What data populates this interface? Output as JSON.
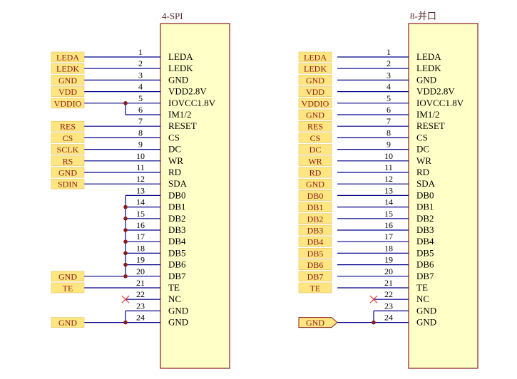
{
  "colors": {
    "background": "#ffffff",
    "chip_fill": "#ffffc8",
    "chip_stroke": "#8b1a1a",
    "wire": "#00008b",
    "junction": "#8b1a1a",
    "label_fill": "#ffe680",
    "label_text": "#8b1a1a",
    "nc_mark": "#e04040"
  },
  "left": {
    "title": "4-SPI",
    "pins": [
      {
        "num": "1",
        "name": "LEDA",
        "net": "LEDA"
      },
      {
        "num": "2",
        "name": "LEDK",
        "net": "LEDK"
      },
      {
        "num": "3",
        "name": "GND",
        "net": "GND"
      },
      {
        "num": "4",
        "name": "VDD2.8V",
        "net": "VDD"
      },
      {
        "num": "5",
        "name": "IOVCC1.8V",
        "net": "VDDIO"
      },
      {
        "num": "6",
        "name": "IM1/2",
        "net": ""
      },
      {
        "num": "7",
        "name": "RESET",
        "net": "RES"
      },
      {
        "num": "8",
        "name": "CS",
        "net": "CS"
      },
      {
        "num": "9",
        "name": "DC",
        "net": "SCLK"
      },
      {
        "num": "10",
        "name": "WR",
        "net": "RS"
      },
      {
        "num": "11",
        "name": "RD",
        "net": "GND"
      },
      {
        "num": "12",
        "name": "SDA",
        "net": "SDIN"
      },
      {
        "num": "13",
        "name": "DB0",
        "net": ""
      },
      {
        "num": "14",
        "name": "DB1",
        "net": ""
      },
      {
        "num": "15",
        "name": "DB2",
        "net": ""
      },
      {
        "num": "16",
        "name": "DB3",
        "net": ""
      },
      {
        "num": "17",
        "name": "DB4",
        "net": ""
      },
      {
        "num": "18",
        "name": "DB5",
        "net": ""
      },
      {
        "num": "19",
        "name": "DB6",
        "net": ""
      },
      {
        "num": "20",
        "name": "DB7",
        "net": "GND"
      },
      {
        "num": "21",
        "name": "TE",
        "net": "TE"
      },
      {
        "num": "22",
        "name": "NC",
        "net": ""
      },
      {
        "num": "23",
        "name": "GND",
        "net": ""
      },
      {
        "num": "24",
        "name": "GND",
        "net": "GND"
      }
    ]
  },
  "right": {
    "title": "8-并口",
    "pins": [
      {
        "num": "1",
        "name": "LEDA",
        "net": "LEDA"
      },
      {
        "num": "2",
        "name": "LEDK",
        "net": "LEDK"
      },
      {
        "num": "3",
        "name": "GND",
        "net": "GND"
      },
      {
        "num": "4",
        "name": "VDD2.8V",
        "net": "VDD"
      },
      {
        "num": "5",
        "name": "IOVCC1.8V",
        "net": "VDDIO"
      },
      {
        "num": "6",
        "name": "IM1/2",
        "net": "GND"
      },
      {
        "num": "7",
        "name": "RESET",
        "net": "RES"
      },
      {
        "num": "8",
        "name": "CS",
        "net": "CS"
      },
      {
        "num": "9",
        "name": "DC",
        "net": "DC"
      },
      {
        "num": "10",
        "name": "WR",
        "net": "WR"
      },
      {
        "num": "11",
        "name": "RD",
        "net": "RD"
      },
      {
        "num": "12",
        "name": "SDA",
        "net": "GND"
      },
      {
        "num": "13",
        "name": "DB0",
        "net": "DB0"
      },
      {
        "num": "14",
        "name": "DB1",
        "net": "DB1"
      },
      {
        "num": "15",
        "name": "DB2",
        "net": "DB2"
      },
      {
        "num": "16",
        "name": "DB3",
        "net": "DB3"
      },
      {
        "num": "17",
        "name": "DB4",
        "net": "DB4"
      },
      {
        "num": "18",
        "name": "DB5",
        "net": "DB5"
      },
      {
        "num": "19",
        "name": "DB6",
        "net": "DB6"
      },
      {
        "num": "20",
        "name": "DB7",
        "net": "DB7"
      },
      {
        "num": "21",
        "name": "TE",
        "net": "TE"
      },
      {
        "num": "22",
        "name": "NC",
        "net": ""
      },
      {
        "num": "23",
        "name": "GND",
        "net": ""
      },
      {
        "num": "24",
        "name": "GND",
        "net": "GND"
      }
    ]
  }
}
